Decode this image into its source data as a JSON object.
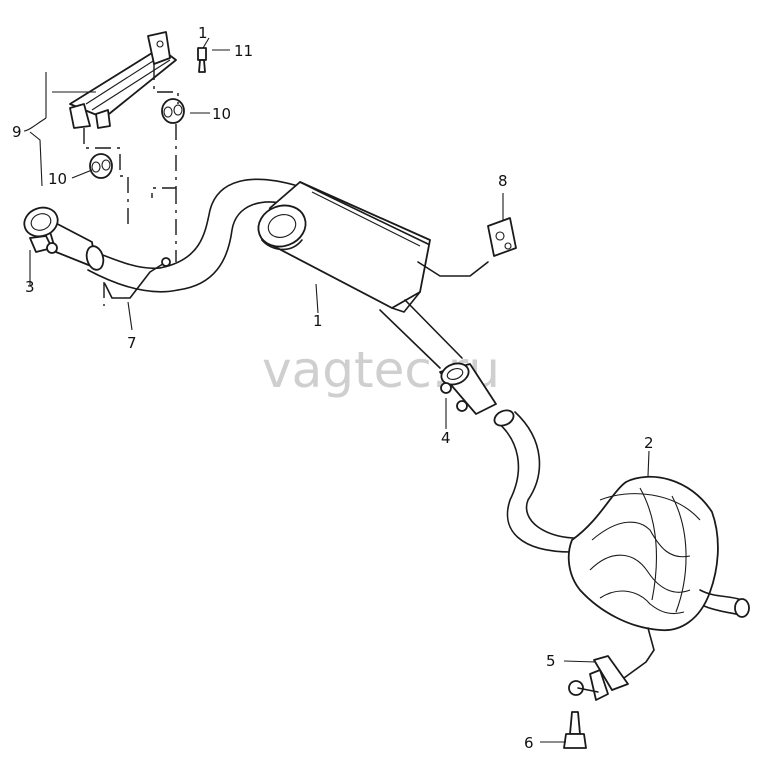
{
  "watermark": "vagtec.ru",
  "callouts": {
    "p1": "1",
    "p2": "2",
    "p3": "3",
    "p4": "4",
    "p5": "5",
    "p6": "6",
    "p7": "7",
    "p8": "8",
    "p9": "9",
    "p10a": "10",
    "p10b": "10",
    "p11": "11",
    "p1b": "1"
  }
}
